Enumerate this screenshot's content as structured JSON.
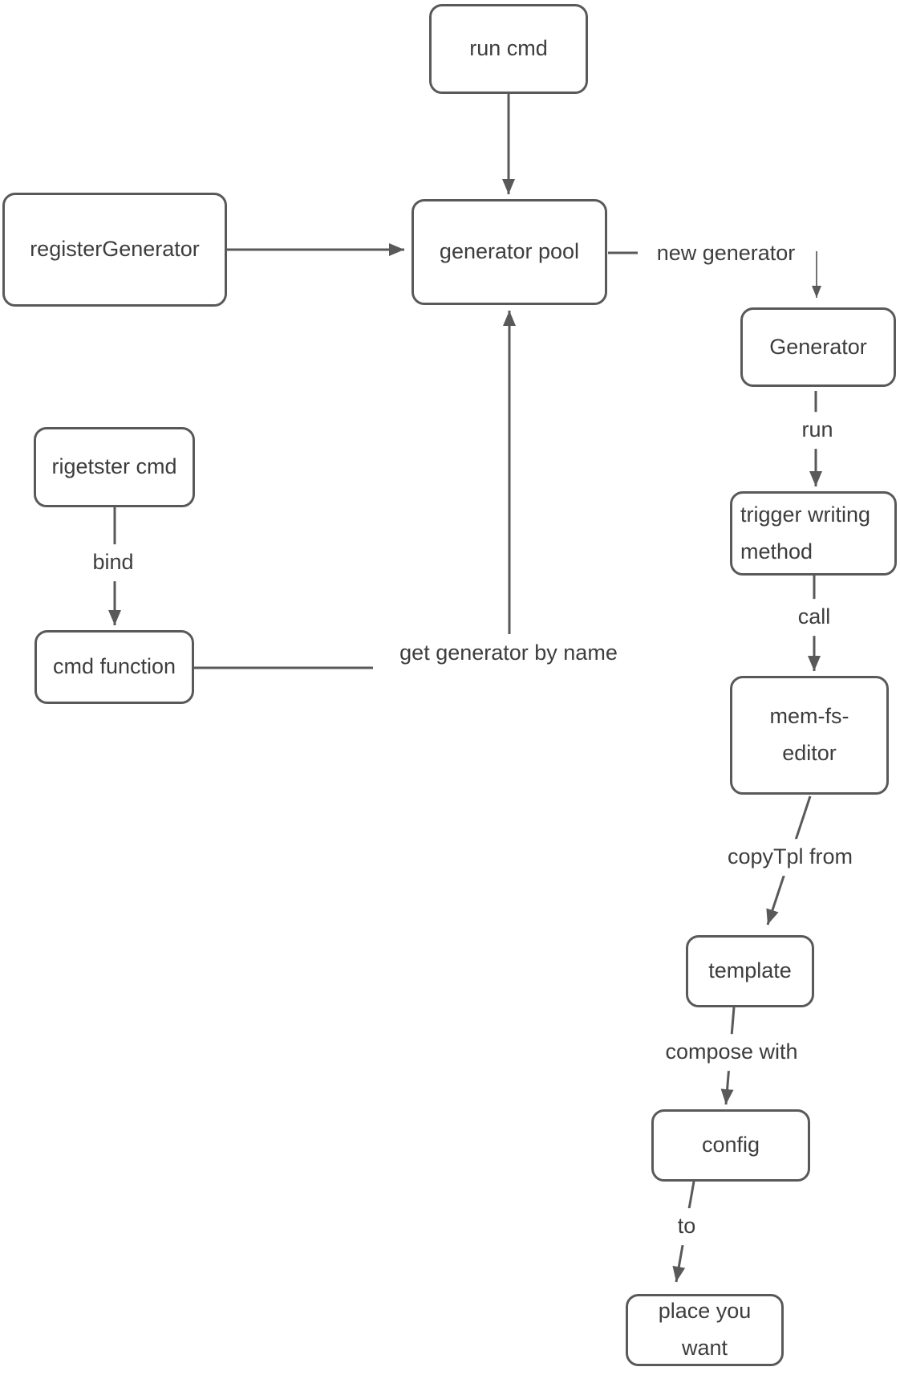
{
  "diagram": {
    "background_color": "#ffffff",
    "stroke_color": "#595959",
    "text_color": "#3d3d3d"
  },
  "nodes": {
    "run_cmd": {
      "label": "run cmd"
    },
    "generator_pool": {
      "label": "generator pool"
    },
    "register_generator": {
      "label": "registerGenerator"
    },
    "rigetster_cmd": {
      "label": "rigetster cmd"
    },
    "cmd_function": {
      "label": "cmd function"
    },
    "generator": {
      "label": "Generator"
    },
    "trigger_writing_method": {
      "label": "trigger writing\nmethod"
    },
    "mem_fs_editor": {
      "label": "mem-fs-\neditor"
    },
    "template": {
      "label": "template"
    },
    "config": {
      "label": "config"
    },
    "place_you_want": {
      "label": "place you\nwant"
    }
  },
  "edge_labels": {
    "new_generator": "new generator",
    "run": "run",
    "call": "call",
    "copytpl_from": "copyTpl from",
    "compose_with": "compose with",
    "to": "to",
    "bind": "bind",
    "get_generator_by_name": "get generator by name"
  }
}
